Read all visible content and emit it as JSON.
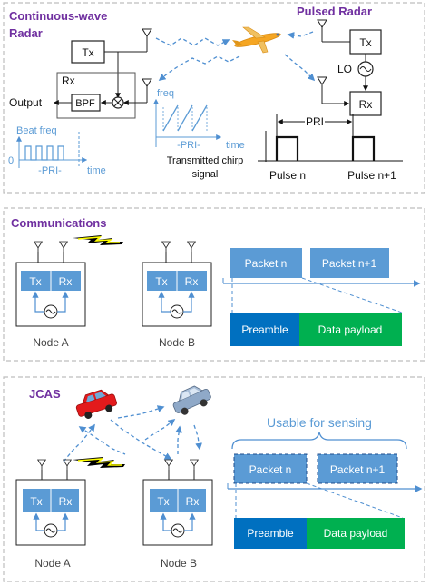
{
  "colors": {
    "title_purple": "#7030a0",
    "blue_text": "#5b9bd5",
    "dash_blue": "#4f8fd1",
    "box_blue": "#5b9bd5",
    "preamble_blue": "#0070c0",
    "payload_green": "#00b050",
    "lightning_yellow": "#ffff00",
    "car_red": "#e31a1c",
    "car_gray_blue": "#8fa9c8",
    "plane_orange": "#f5a623"
  },
  "radar": {
    "cw_title_line1": "Continuous-wave",
    "cw_title_line2": "Radar",
    "pulsed_title": "Pulsed Radar",
    "tx": "Tx",
    "rx": "Rx",
    "bpf": "BPF",
    "output": "Output",
    "lo": "LO",
    "beat_freq": "Beat freq",
    "zero": "0",
    "pri": "-PRI-",
    "time": "time",
    "freq": "freq",
    "pri_chirp": "-PRI-",
    "time2": "time",
    "chirp_caption_line1": "Transmitted chirp",
    "chirp_caption_line2": "signal",
    "pulse_pri": "PRI",
    "pulse_n": "Pulse n",
    "pulse_n1": "Pulse n+1"
  },
  "comms": {
    "title": "Communications",
    "tx": "Tx",
    "rx": "Rx",
    "node_a": "Node A",
    "node_b": "Node B",
    "packet_n": "Packet n",
    "packet_n1": "Packet n+1",
    "preamble": "Preamble",
    "payload": "Data payload"
  },
  "jcas": {
    "title": "JCAS",
    "tx": "Tx",
    "rx": "Rx",
    "node_a": "Node A",
    "node_b": "Node B",
    "usable": "Usable for sensing",
    "packet_n": "Packet n",
    "packet_n1": "Packet n+1",
    "preamble": "Preamble",
    "payload": "Data payload"
  }
}
